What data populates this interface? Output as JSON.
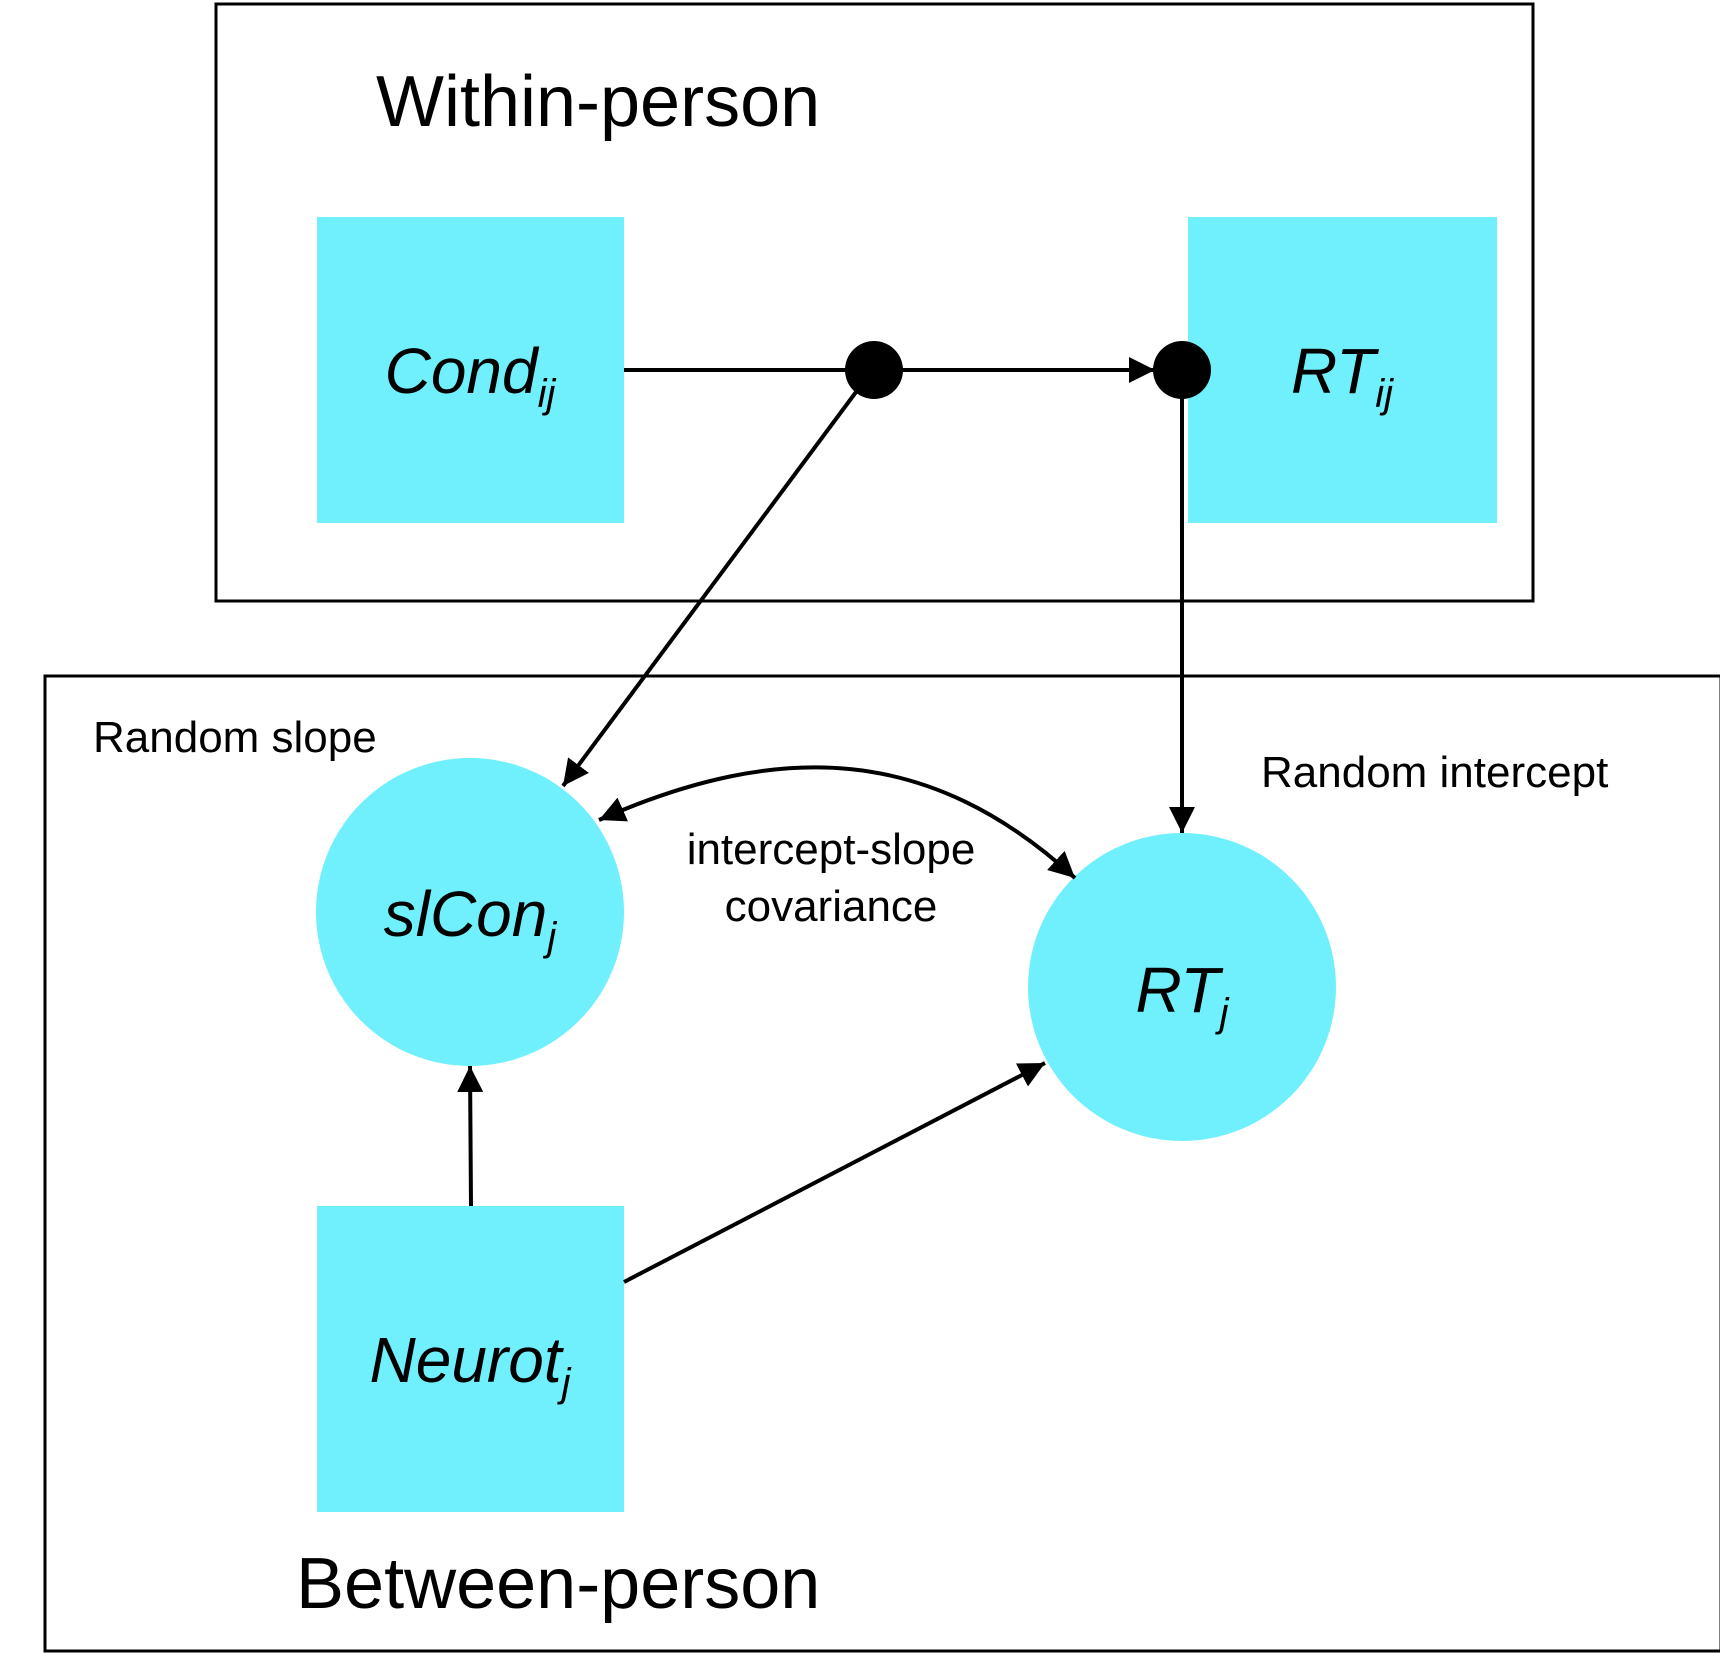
{
  "colors": {
    "node_fill": "#70F0FC",
    "stroke": "#000000",
    "background": "#FFFFFF"
  },
  "panels": {
    "within": {
      "label": "Within-person"
    },
    "between": {
      "label": "Between-person"
    }
  },
  "nodes": {
    "cond": {
      "base": "Cond",
      "sub": "ij",
      "shape": "square"
    },
    "rt_within": {
      "base": "RT",
      "sub": "ij",
      "shape": "square"
    },
    "slcon": {
      "base": "slCon",
      "sub": "j",
      "shape": "circle"
    },
    "rt_between": {
      "base": "RT",
      "sub": "j",
      "shape": "circle"
    },
    "neurot": {
      "base": "Neurot",
      "sub": "j",
      "shape": "square"
    }
  },
  "annotations": {
    "random_slope": "Random slope",
    "random_intercept": "Random intercept",
    "covariance_line1": "intercept-slope",
    "covariance_line2": "covariance"
  }
}
